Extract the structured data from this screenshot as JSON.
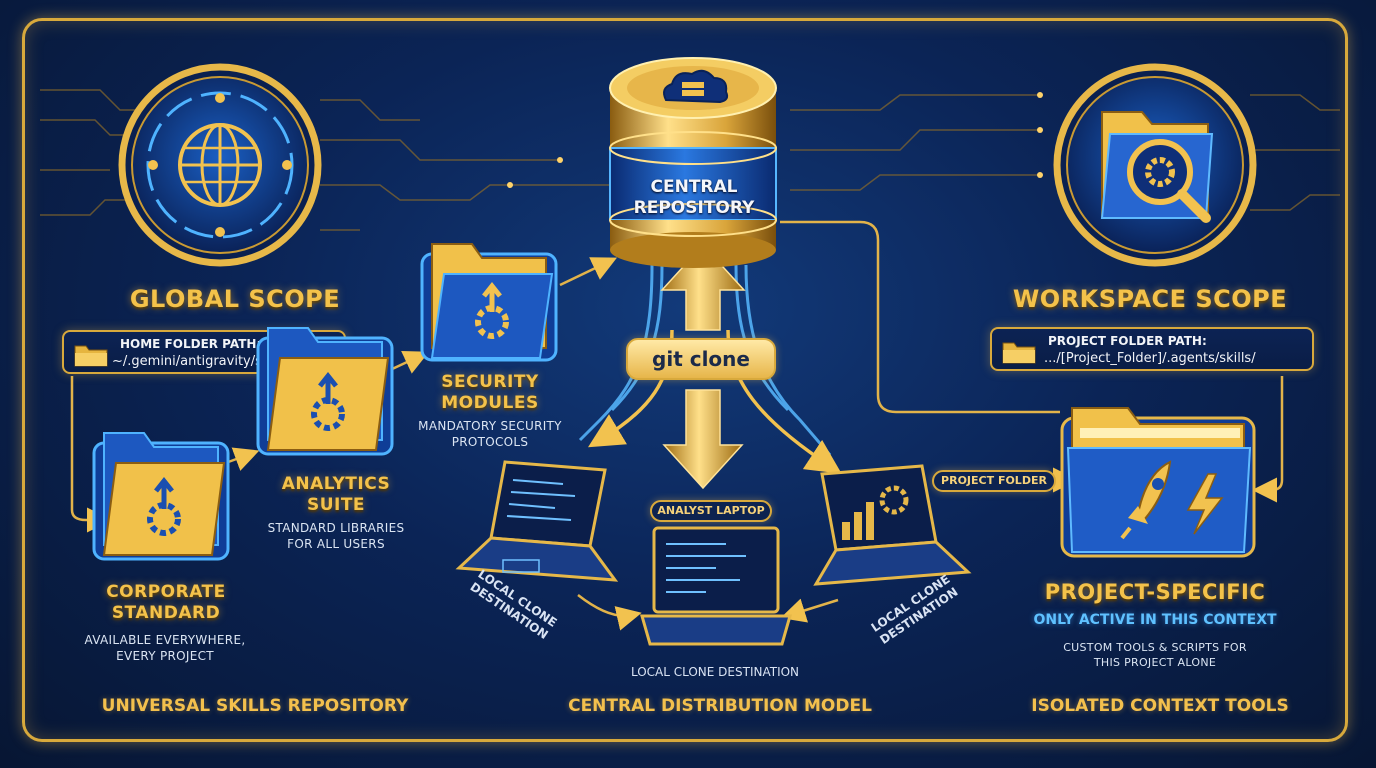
{
  "left": {
    "title": "GLOBAL SCOPE",
    "path_label": "HOME FOLDER PATH:",
    "path_value": "~/.gemini/antigravity/skills/",
    "folders": [
      {
        "title_lines": [
          "SECURITY",
          "MODULES"
        ],
        "desc_lines": [
          "MANDATORY SECURITY",
          "PROTOCOLS"
        ]
      },
      {
        "title_lines": [
          "ANALYTICS",
          "SUITE"
        ],
        "desc_lines": [
          "STANDARD LIBRARIES",
          "FOR ALL USERS"
        ]
      },
      {
        "title_lines": [
          "CORPORATE",
          "STANDARD"
        ],
        "desc_lines": [
          "AVAILABLE EVERYWHERE,",
          "EVERY PROJECT"
        ]
      }
    ],
    "footer": "UNIVERSAL SKILLS REPOSITORY",
    "icons": [
      "globe-icon",
      "folder-icon",
      "gear-arrow-icon"
    ]
  },
  "center": {
    "repo_lines": [
      "CENTRAL",
      "REPOSITORY"
    ],
    "git_label": "git clone",
    "analyst_label": "ANALYST LAPTOP",
    "local_clone_left": [
      "LOCAL CLONE",
      "DESTINATION"
    ],
    "local_clone_right": [
      "LOCAL CLONE",
      "DESTINATION"
    ],
    "local_clone_bottom": "LOCAL CLONE DESTINATION",
    "footer": "CENTRAL DISTRIBUTION MODEL",
    "icons": [
      "cloud-server-icon",
      "laptop-icon"
    ]
  },
  "right": {
    "title": "WORKSPACE SCOPE",
    "path_label": "PROJECT FOLDER PATH:",
    "path_value": ".../[Project_Folder]/.agents/skills/",
    "tag": "PROJECT FOLDER",
    "heading": "PROJECT-SPECIFIC",
    "subheading": "ONLY ACTIVE IN THIS CONTEXT",
    "desc_lines": [
      "CUSTOM TOOLS & SCRIPTS FOR",
      "THIS PROJECT ALONE"
    ],
    "footer": "ISOLATED CONTEXT TOOLS",
    "icons": [
      "folder-gear-search-icon",
      "rocket-icon",
      "lightning-icon"
    ]
  },
  "colors": {
    "gold": "#f4c24a",
    "navy": "#0b2456",
    "blue_glow": "#3ea8ff"
  }
}
